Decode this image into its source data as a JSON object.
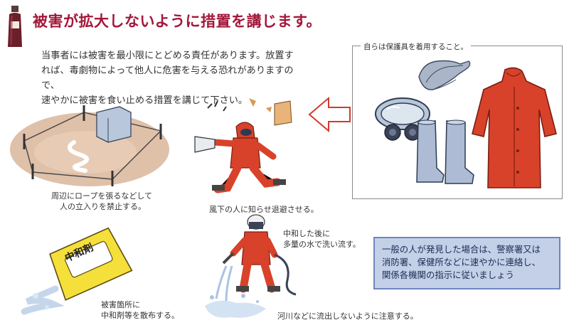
{
  "header": {
    "title": "被害が拡大しないように措置を講じます。",
    "bottle_icon": "bottle-icon"
  },
  "lead_text": [
    "当事者には被害を最小限にとどめる責任があります。放置す",
    "れば、毒劇物によって他人に危害を与える恐れがありますので、",
    "速やかに被害を食い止める措置を講じて下さい。"
  ],
  "protective_gear": {
    "caption": "自らは保護具を着用すること。",
    "items": [
      "gloves-icon",
      "goggles-icon",
      "raincoat-icon",
      "boots-icon"
    ]
  },
  "measures": [
    {
      "illustration": "rope-barrier-icon",
      "lines": [
        "周辺にロープを張るなどして",
        "人の立入りを禁止する。"
      ]
    },
    {
      "illustration": "megaphone-worker-icon",
      "lines": [
        "風下の人に知らせ退避させる。"
      ]
    },
    {
      "illustration": "neutralizer-bag-icon",
      "bag_label": "中和剤",
      "lines": [
        "被害箇所に",
        "中和剤等を散布する。"
      ]
    },
    {
      "illustration": "hose-worker-icon",
      "lines": [
        "中和した後に",
        "多量の水で洗い流す。"
      ]
    },
    {
      "illustration": "water-puddle-icon",
      "lines": [
        "河川などに流出しないように注意する。"
      ]
    }
  ],
  "notice": [
    "一般の人が発見した場合は、警察署又は",
    "消防署、保健所などに速やかに連絡し、",
    "関係各機関の指示に従いましょう"
  ],
  "colors": {
    "title": "#a3173a",
    "notice_bg": "#c3d0e8",
    "notice_border": "#6f86bd",
    "suit_red": "#d8422a",
    "arrow": "#d33a2c"
  }
}
